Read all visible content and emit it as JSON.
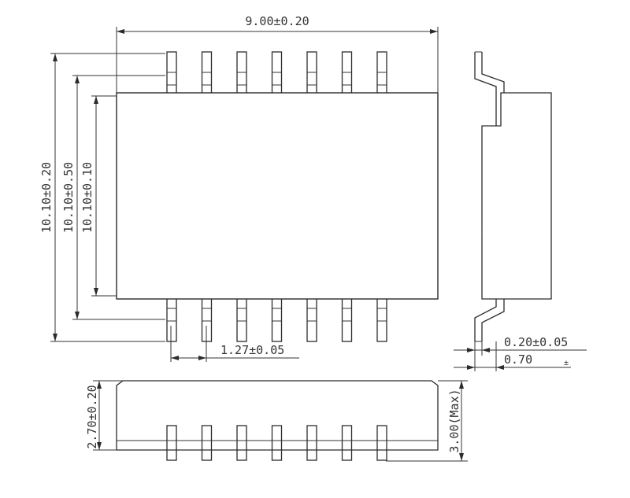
{
  "dimensions": {
    "body_width": "9.00±0.20",
    "overall_length": "10.10±0.20",
    "body_length_a": "10.10±0.50",
    "body_length_b": "10.10±0.10",
    "pin_pitch": "1.27±0.05",
    "lead_thickness": "0.20±0.05",
    "foot_length": "0.70",
    "foot_length_tol_mark": "±",
    "body_height": "2.70±0.20",
    "max_height": "3.00(Max)"
  },
  "pins_per_side": 7
}
